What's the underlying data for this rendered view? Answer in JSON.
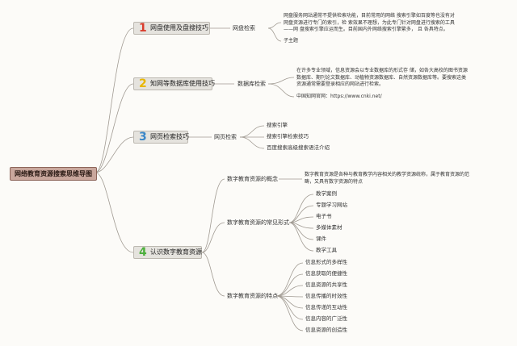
{
  "root": {
    "label": "网络教育资源搜索思维导图"
  },
  "branches": [
    {
      "number": "1",
      "number_color": "#d93c2c",
      "label": "网盘使用及盘搜技巧",
      "sub": "网盘检索",
      "text": [
        "网盘服务网站通常不提供检索功能，目前常用的网络 搜索引擎如百度等也没有对",
        "网盘资源进行专门的索引，检 索效果不理想，为此专门针对网盘进行搜索的工具",
        "——网 盘搜索引擎应运而生。目前国内外网络搜索引擎繁多， 且 各具特点。"
      ],
      "extra": "子主题"
    },
    {
      "number": "2",
      "number_color": "#e8b600",
      "label": "知网等数据库使用技巧",
      "sub": "数据库检索",
      "text": [
        "在许多专业领域，信息资源会以专业数据库的形式存 储，如各大高校的图书资源",
        "数据库、期刊论文数据库、动植物资源数据库、自然资源数据库等。要搜索这类",
        "资源通常需要登录相应的网站进行检索。"
      ],
      "extra": "中国知网官网：https://www.cnki.net/"
    },
    {
      "number": "3",
      "number_color": "#3a86c8",
      "label": "网页检索技巧",
      "sub": "网页检索",
      "items": [
        "搜索引擎",
        "搜索引擎检索技巧",
        "百度搜索高级搜索语法介绍"
      ]
    },
    {
      "number": "4",
      "number_color": "#4caf3c",
      "label": "认识数字教育资源",
      "concept": {
        "label": "数字教育资源的概念",
        "text": [
          "数字教育资源是各种与教育教学内容相关的教学资源统称，属于教育资源的范",
          "畴，又具有数字资源的特点"
        ]
      },
      "forms": {
        "label": "数字教育资源的常见形式",
        "items": [
          "教学案例",
          "专题学习网站",
          "电子书",
          "多媒体素材",
          "课件",
          "教学工具"
        ]
      },
      "features": {
        "label": "数字教育资源的特点",
        "items": [
          "信息形式的多样性",
          "信息获取的便捷性",
          "信息资源的共享性",
          "信息传播的时效性",
          "信息传递的互动性",
          "信息内容的广泛性",
          "信息资源的创造性"
        ]
      }
    }
  ]
}
